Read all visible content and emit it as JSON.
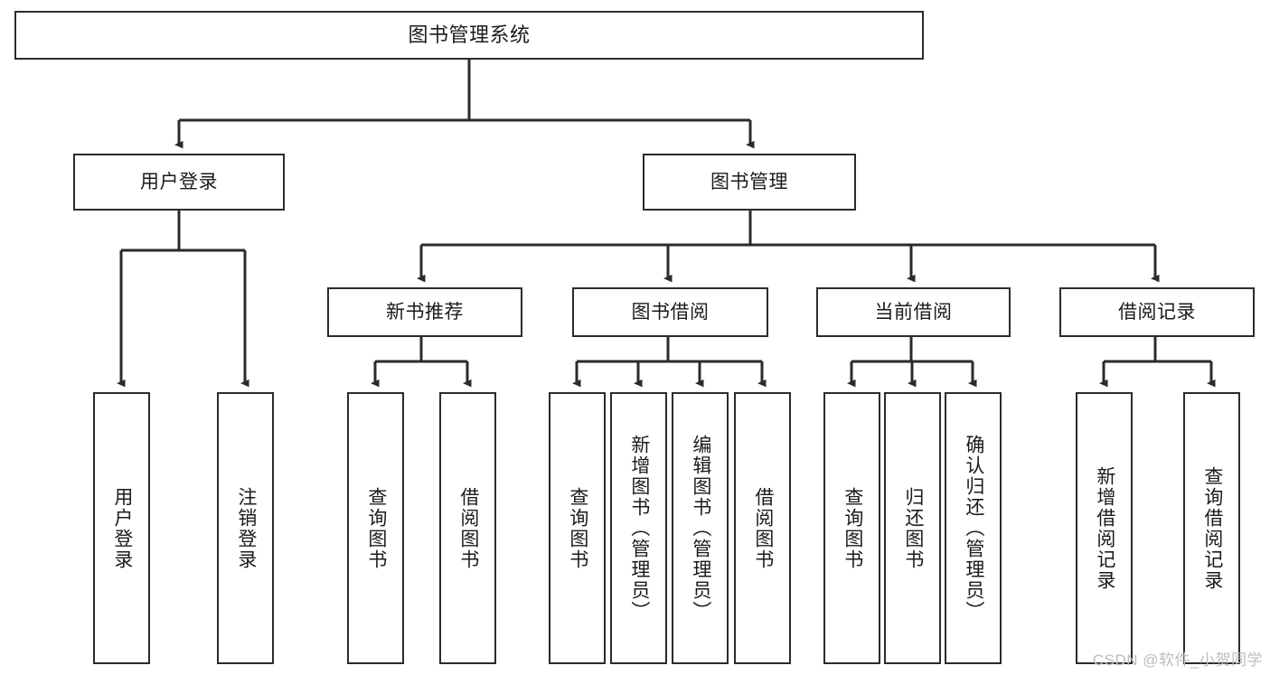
{
  "meta": {
    "title": "图书管理系统 功能结构图",
    "watermark": "CSDN @软件_小贺同学",
    "colors": {
      "background": "#ffffff",
      "node_fill": "#ffffff",
      "node_stroke": "#2b2b2b",
      "edge_stroke": "#2b2b2b",
      "text": "#1b1b1b",
      "watermark": "#bdbdbd"
    }
  },
  "diagram": {
    "type": "tree",
    "orientation": "top-down",
    "root": {
      "id": "root",
      "label": "图书管理系统"
    },
    "level1": [
      {
        "id": "login",
        "label": "用户登录"
      },
      {
        "id": "bookmgmt",
        "label": "图书管理"
      }
    ],
    "level2": [
      {
        "id": "newbook",
        "label": "新书推荐",
        "parent": "bookmgmt"
      },
      {
        "id": "borrow",
        "label": "图书借阅",
        "parent": "bookmgmt"
      },
      {
        "id": "current",
        "label": "当前借阅",
        "parent": "bookmgmt"
      },
      {
        "id": "records",
        "label": "借阅记录",
        "parent": "bookmgmt"
      }
    ],
    "leaves": {
      "login": [
        {
          "id": "login-1",
          "label": "用户登录"
        },
        {
          "id": "login-2",
          "label": "注销登录"
        }
      ],
      "newbook": [
        {
          "id": "newbook-1",
          "label": "查询图书"
        },
        {
          "id": "newbook-2",
          "label": "借阅图书"
        }
      ],
      "borrow": [
        {
          "id": "borrow-1",
          "label": "查询图书"
        },
        {
          "id": "borrow-2",
          "label": "新增图书（管理员）"
        },
        {
          "id": "borrow-3",
          "label": "编辑图书（管理员）"
        },
        {
          "id": "borrow-4",
          "label": "借阅图书"
        }
      ],
      "current": [
        {
          "id": "current-1",
          "label": "查询图书"
        },
        {
          "id": "current-2",
          "label": "归还图书"
        },
        {
          "id": "current-3",
          "label": "确认归还（管理员）"
        }
      ],
      "records": [
        {
          "id": "records-1",
          "label": "新增借阅记录"
        },
        {
          "id": "records-2",
          "label": "查询借阅记录"
        }
      ]
    }
  }
}
